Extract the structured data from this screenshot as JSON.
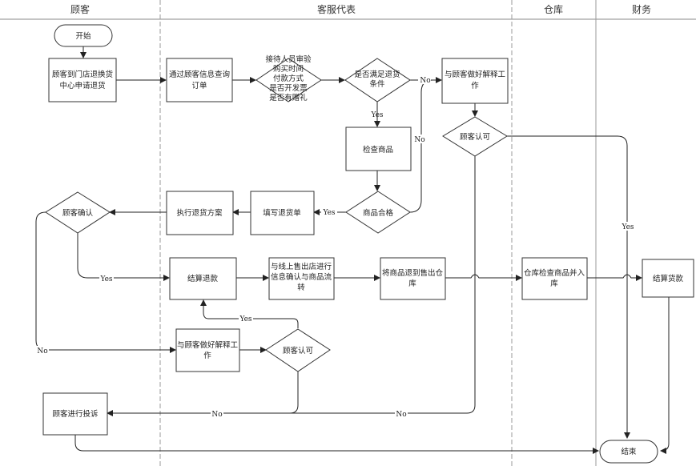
{
  "lanes": [
    "顾客",
    "客服代表",
    "仓库",
    "财务"
  ],
  "nodes": {
    "start": "开始",
    "apply_return": [
      "顾客到门店退换货",
      "中心申请退货"
    ],
    "query_order": [
      "通过顾客信息查询",
      "订单"
    ],
    "verify": [
      "接待人员审验",
      "购买时间",
      "付款方式",
      "是否开发票",
      "是否有赠礼"
    ],
    "meets_condition": [
      "是否满足退货",
      "条件"
    ],
    "explain_1": [
      "与顾客做好解释工",
      "作"
    ],
    "customer_agree_1": "顾客认可",
    "check_goods": "检查商品",
    "goods_ok": "商品合格",
    "fill_form": "填写退货单",
    "exec_plan": "执行退货方案",
    "customer_confirm": "顾客确认",
    "settle_refund": "结算退款",
    "confirm_online": [
      "与线上售出店进行",
      "信息确认与商品流",
      "转"
    ],
    "return_to_stock": [
      "将商品退到售出仓",
      "库"
    ],
    "wh_check": [
      "仓库检查商品并入",
      "库"
    ],
    "settle_payment": "结算货款",
    "explain_2": [
      "与顾客做好解释工",
      "作"
    ],
    "customer_agree_2": "顾客认可",
    "complain": "顾客进行投诉",
    "end": "结束"
  },
  "edge_labels": {
    "yes": "Yes",
    "no": "No"
  }
}
